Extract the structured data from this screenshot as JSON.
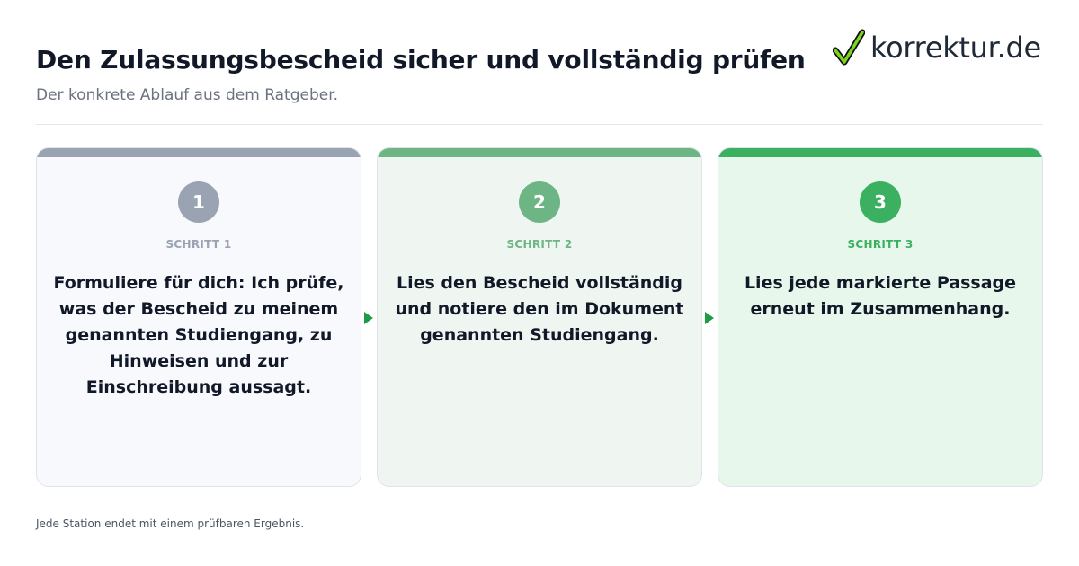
{
  "header": {
    "title": "Den Zulassungsbescheid sicher und vollständig prüfen",
    "subtitle": "Der konkrete Ablauf aus dem Ratgeber."
  },
  "logo": {
    "text": "korrektur.de",
    "icon": "checkmark-icon"
  },
  "steps": [
    {
      "number": "1",
      "label": "SCHRITT 1",
      "text": "Formuliere für dich: Ich prüfe, was der Bescheid zu meinem genannten Studiengang, zu Hinweisen und zur Einschreibung aussagt.",
      "color": "#9aa3b2"
    },
    {
      "number": "2",
      "label": "SCHRITT 2",
      "text": "Lies den Bescheid vollständig und notiere den im Dokument genannten Studiengang.",
      "color": "#6db585"
    },
    {
      "number": "3",
      "label": "SCHRITT 3",
      "text": "Lies jede markierte Passage erneut im Zusammenhang.",
      "color": "#3bb061"
    }
  ],
  "connector_icon": "arrow-right-icon",
  "footer": {
    "note": "Jede Station endet mit einem prüfbaren Ergebnis."
  },
  "colors": {
    "title": "#111827",
    "subtitle": "#6b7280",
    "arrow": "#1f9a47"
  }
}
